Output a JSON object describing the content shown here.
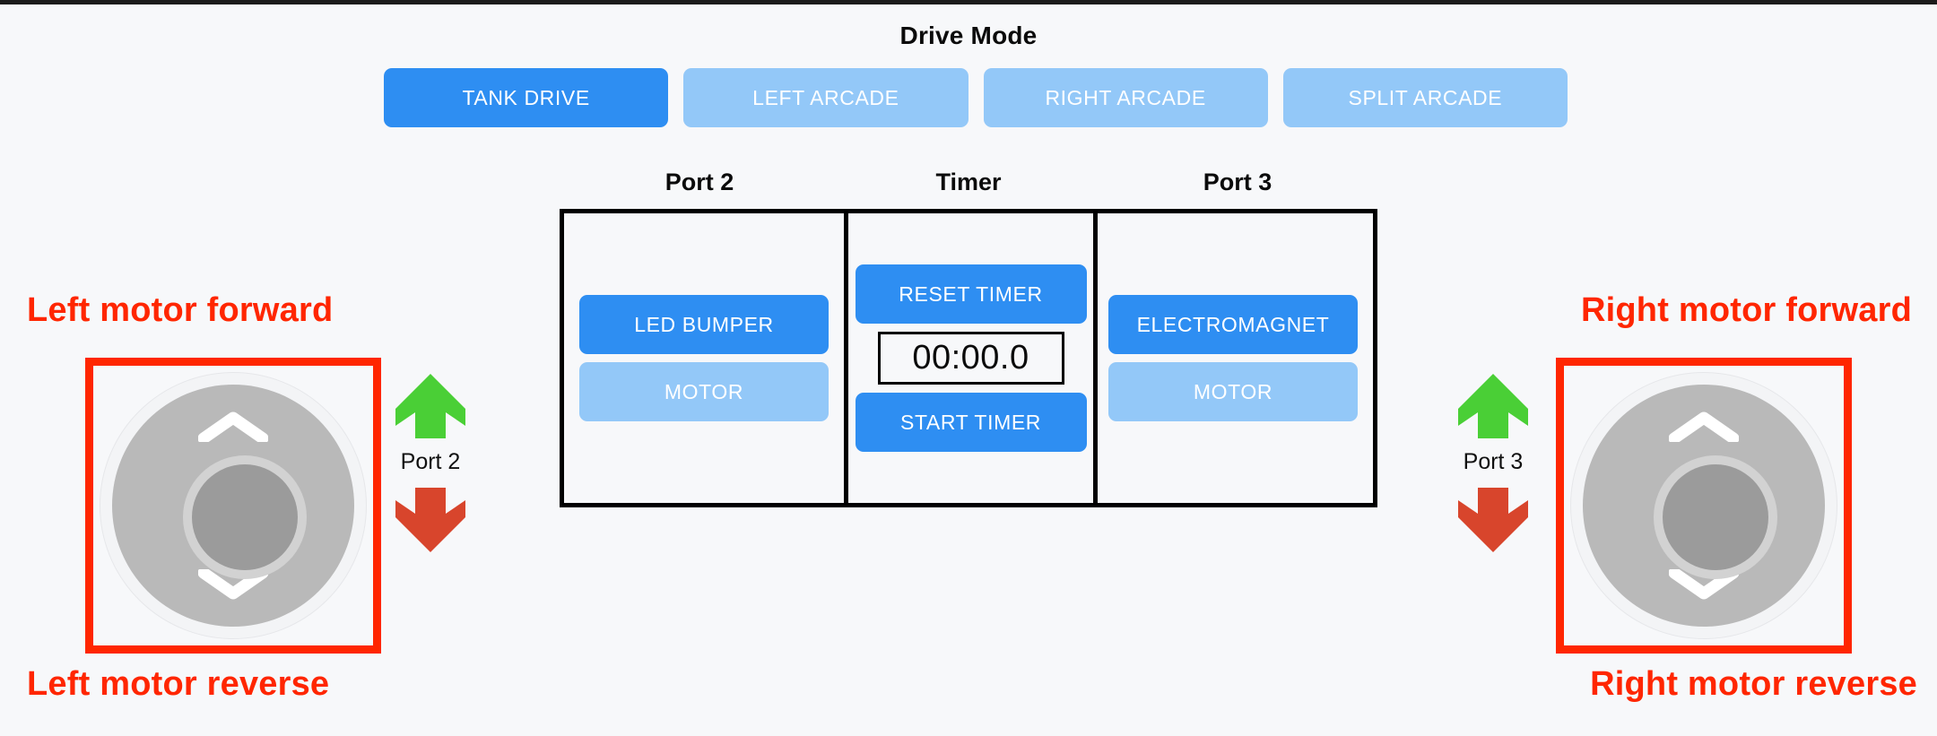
{
  "drive_mode": {
    "title": "Drive Mode",
    "buttons": [
      {
        "label": "TANK DRIVE",
        "active": true
      },
      {
        "label": "LEFT ARCADE",
        "active": false
      },
      {
        "label": "RIGHT ARCADE",
        "active": false
      },
      {
        "label": "SPLIT ARCADE",
        "active": false
      }
    ]
  },
  "panel": {
    "labels": {
      "port2": "Port 2",
      "timer": "Timer",
      "port3": "Port 3"
    },
    "port2": {
      "primary_button": "LED BUMPER",
      "secondary_button": "MOTOR"
    },
    "timer": {
      "reset_button": "RESET TIMER",
      "display": "00:00.0",
      "start_button": "START TIMER"
    },
    "port3": {
      "primary_button": "ELECTROMAGNET",
      "secondary_button": "MOTOR"
    }
  },
  "ports": {
    "left_label": "Port 2",
    "right_label": "Port 3"
  },
  "annotations": {
    "left_forward": "Left motor forward",
    "left_reverse": "Left motor reverse",
    "right_forward": "Right motor forward",
    "right_reverse": "Right motor reverse"
  },
  "colors": {
    "accent_active": "#2e8ef2",
    "accent_inactive": "#93c8f8",
    "annotation_red": "#ff2600",
    "arrow_up_green": "#4acf36",
    "arrow_down_red": "#d8452c",
    "background": "#f7f8fa",
    "panel_border": "#000000"
  }
}
